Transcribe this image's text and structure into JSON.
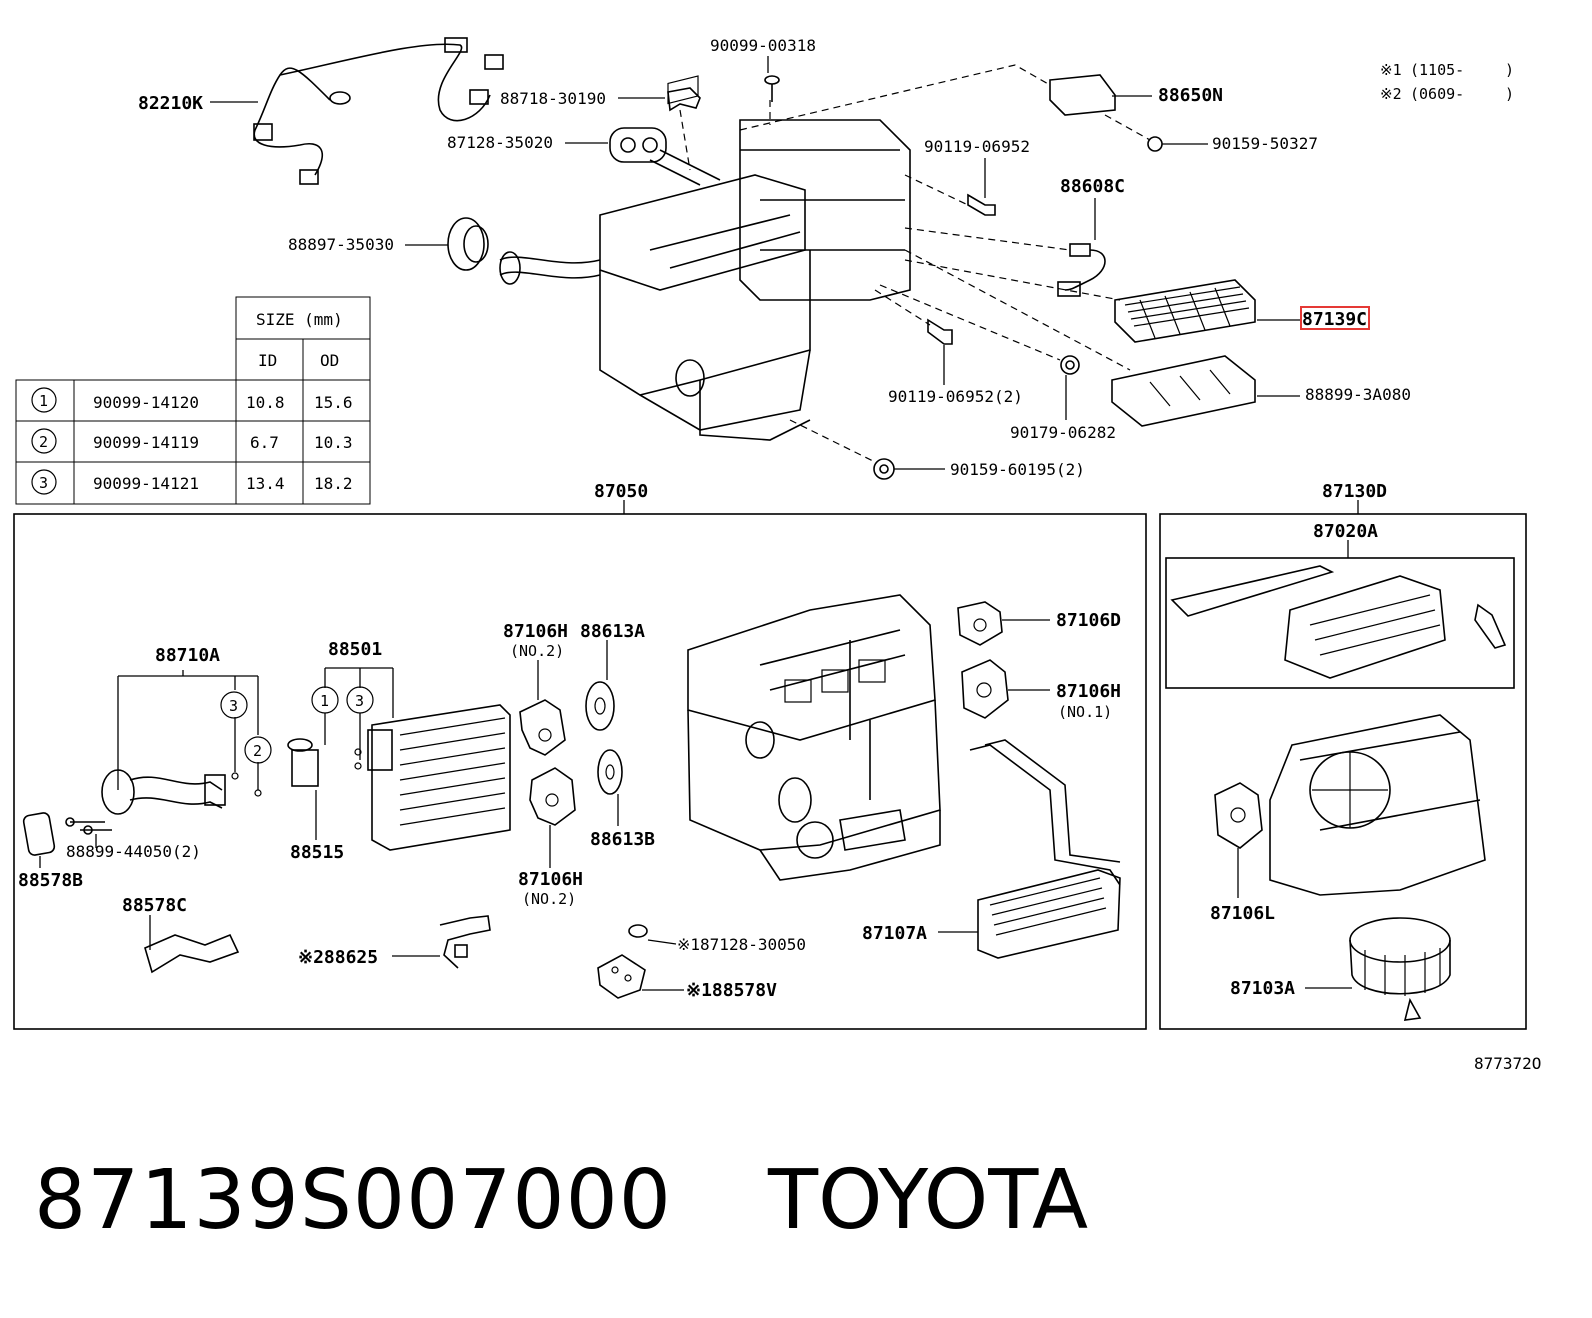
{
  "labels": {
    "l82210K": "82210K",
    "l88718_30190": "88718-30190",
    "l90099_00318": "90099-00318",
    "l87128_35020": "87128-35020",
    "l88897_35030": "88897-35030",
    "l88650N": "88650N",
    "l90159_50327": "90159-50327",
    "l90119_06952": "90119-06952",
    "l88608C": "88608C",
    "l87139C": "87139C",
    "l88899_3A080": "88899-3A080",
    "l90119_06952_2": "90119-06952(2)",
    "l90179_06282": "90179-06282",
    "l90159_60195_2": "90159-60195(2)",
    "l87050": "87050",
    "l87130D": "87130D",
    "l87020A": "87020A",
    "l88710A": "88710A",
    "l88501": "88501",
    "l87106H_top": "87106H",
    "l88613A": "88613A",
    "no2_top": "(NO.2)",
    "l87106D": "87106D",
    "l87106H_right": "87106H",
    "no1": "(NO.1)",
    "l88515": "88515",
    "l88899_44050_2": "88899-44050(2)",
    "l88578B": "88578B",
    "l88578C": "88578C",
    "l88613B": "88613B",
    "l87106H_bottom": "87106H",
    "no2_bottom": "(NO.2)",
    "l88625": "※288625",
    "l87128_30050": "※187128-30050",
    "l88578V": "※188578V",
    "l87107A": "87107A",
    "l87106L": "87106L",
    "l87103A": "87103A",
    "circle1": "1",
    "circle2": "2",
    "circle3": "3",
    "diagram_code": "877372O"
  },
  "notes": [
    {
      "mark": "※1",
      "range": "(1105-",
      "close": ")"
    },
    {
      "mark": "※2",
      "range": "(0609-",
      "close": ")"
    }
  ],
  "size_table": {
    "header": "SIZE (mm)",
    "col_id": "ID",
    "col_od": "OD",
    "rows": [
      {
        "ref": "1",
        "part": "90099-14120",
        "id": "10.8",
        "od": "15.6"
      },
      {
        "ref": "2",
        "part": "90099-14119",
        "id": "6.7",
        "od": "10.3"
      },
      {
        "ref": "3",
        "part": "90099-14121",
        "id": "13.4",
        "od": "18.2"
      }
    ]
  },
  "highlight": {
    "color": "#e53935"
  },
  "footer": {
    "part_number": "87139S007000",
    "brand": "TOYOTA"
  }
}
